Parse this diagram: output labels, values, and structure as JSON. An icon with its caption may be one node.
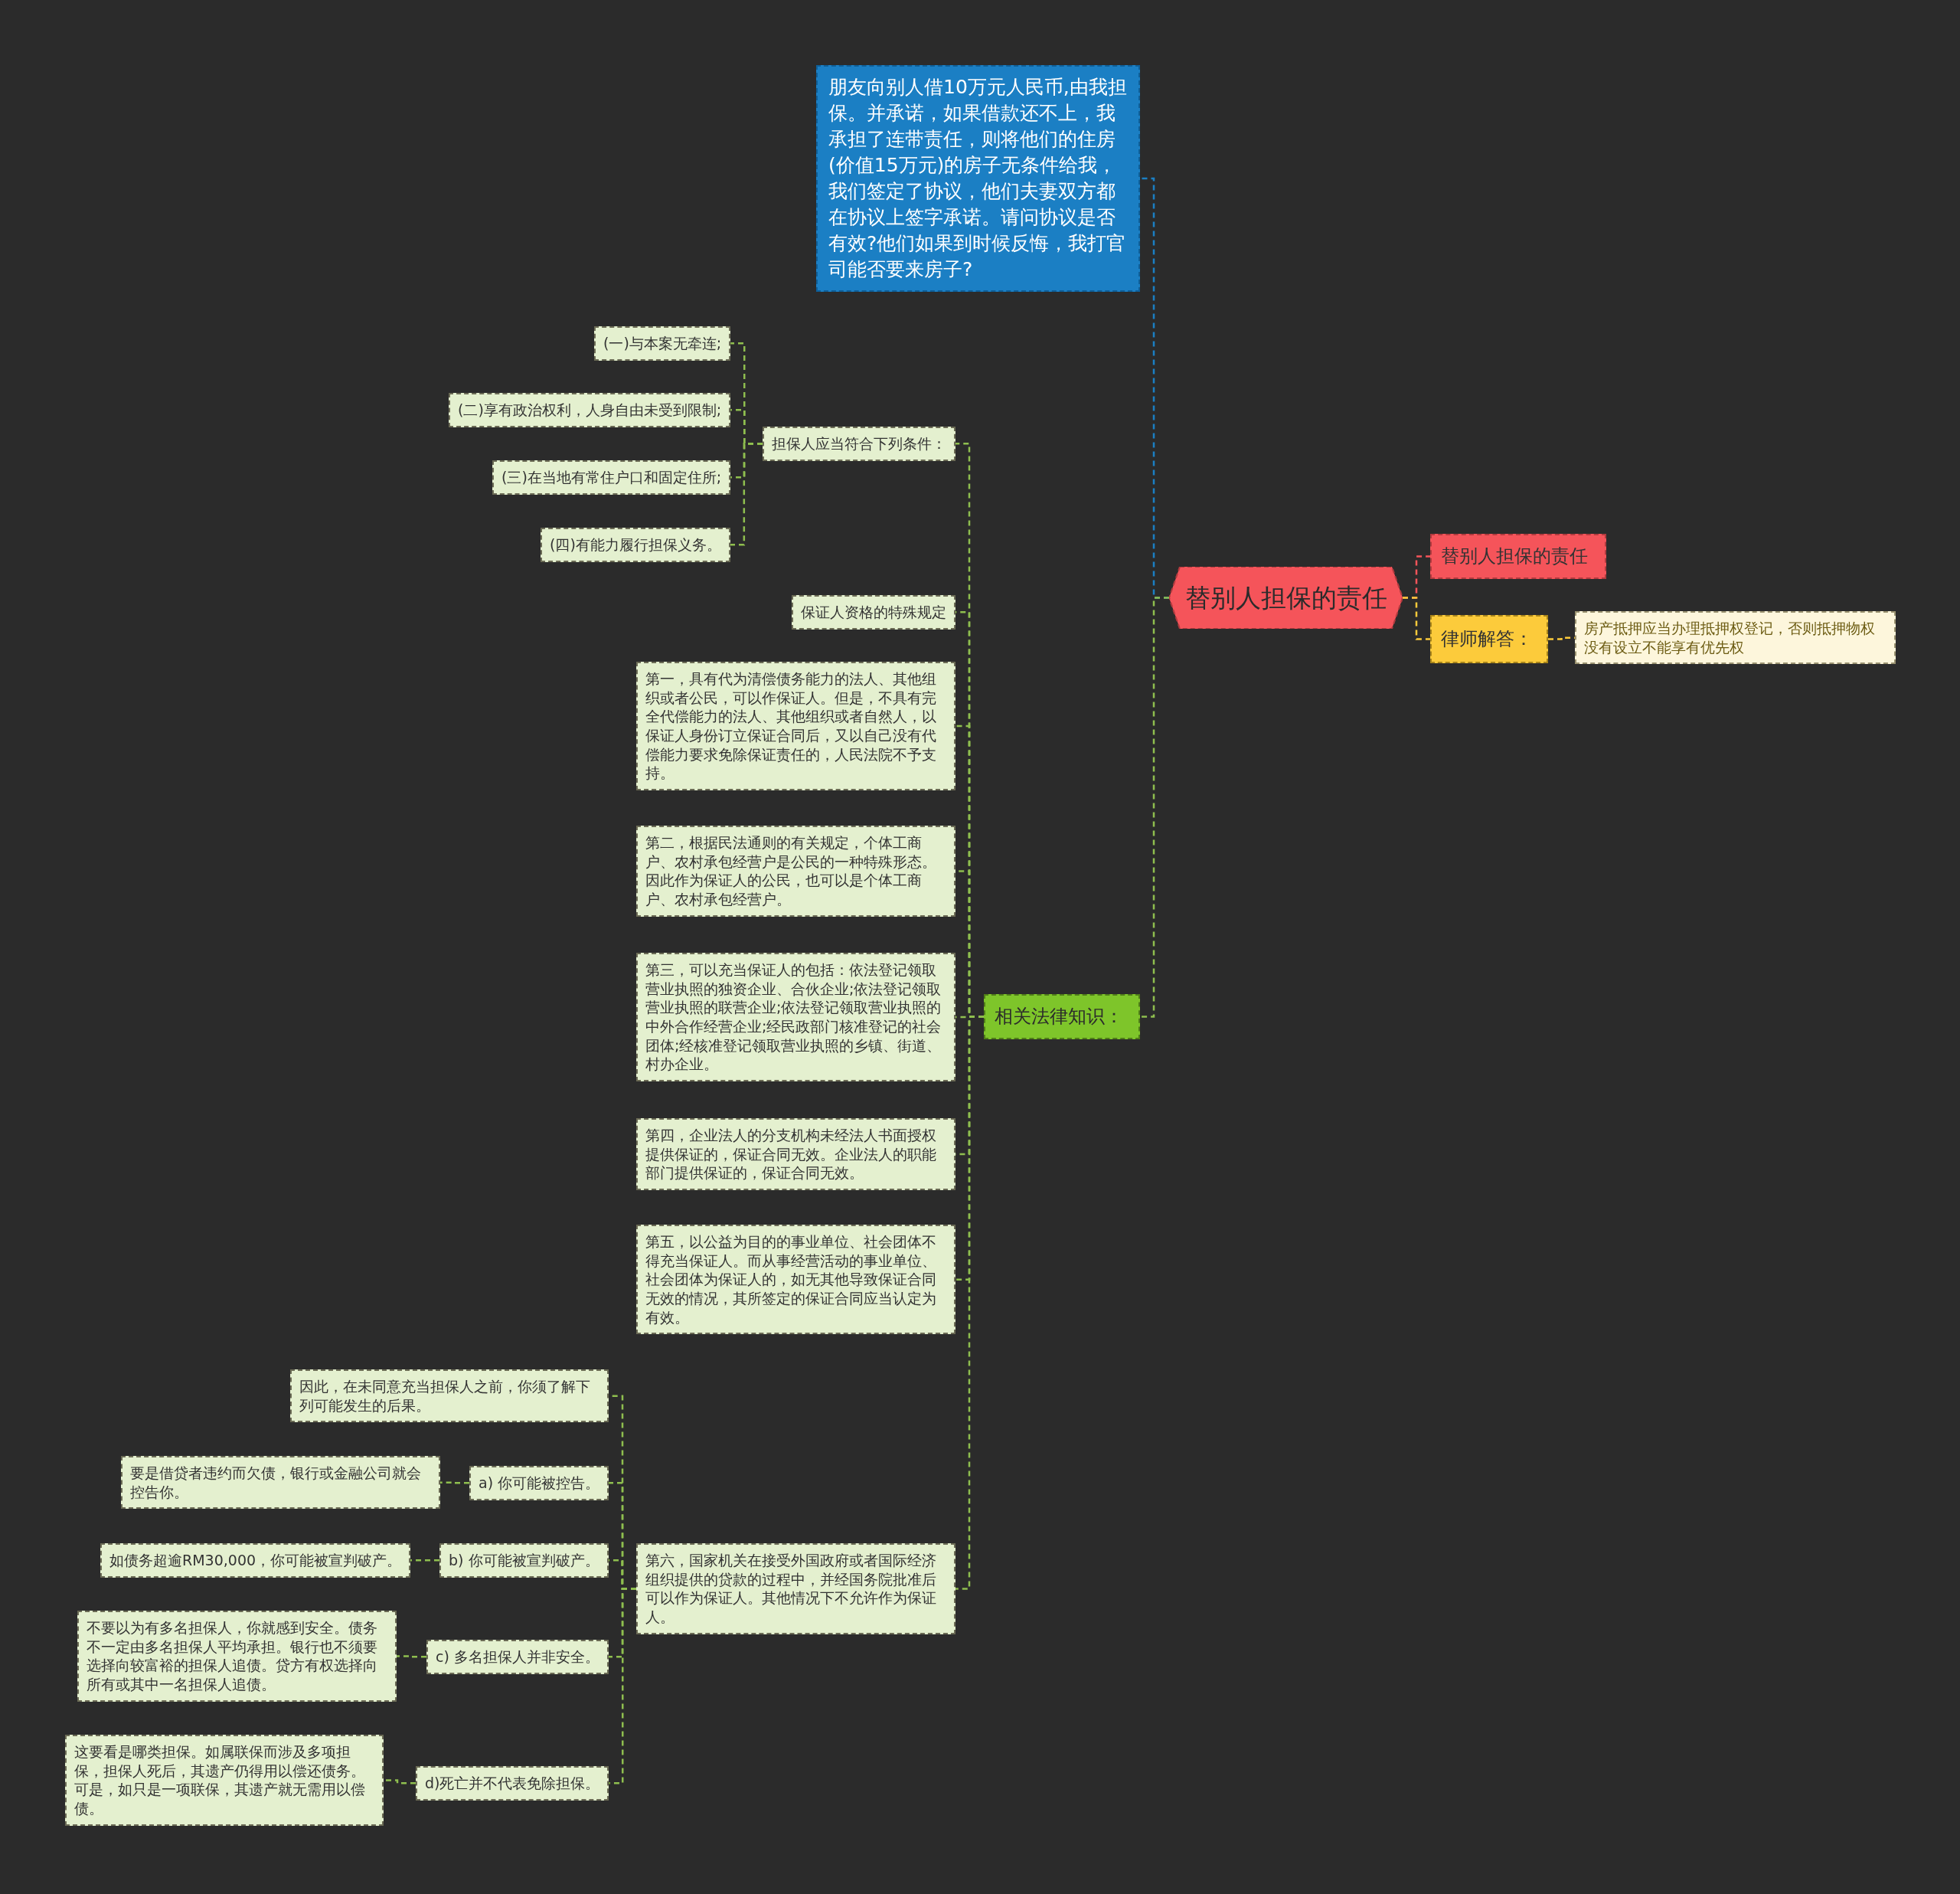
{
  "diagram": {
    "nodes": [
      {
        "text": [
          "替别人担保的责任"
        ]
      },
      {
        "text": [
          "朋友向别人借10万元人民币,由我担保。并承诺，如果借款还不上，我承担了连带责任，则将他们的住房(价值15万元)的房子无条件给我，我们签定了协议，他们夫妻双方都在协议上签字承诺。请问协议是否有效?他们如果到时候反悔，我打官司能否要来房子?"
        ]
      },
      {
        "text": [
          "替别人担保的责任"
        ]
      },
      {
        "text": [
          "律师解答："
        ]
      },
      {
        "text": [
          "房产抵押应当办理抵押权登记，否则抵押物权没有设立不能享有优先权"
        ]
      },
      {
        "text": [
          "相关法律知识："
        ]
      },
      {
        "text": [
          "担保人应当符合下列条件："
        ]
      },
      {
        "text": [
          "(一)与本案无牵连;"
        ]
      },
      {
        "text": [
          "(二)享有政治权利，人身自由未受到限制;"
        ]
      },
      {
        "text": [
          "(三)在当地有常住户口和固定住所;"
        ]
      },
      {
        "text": [
          "(四)有能力履行担保义务。"
        ]
      },
      {
        "text": [
          "保证人资格的特殊规定"
        ]
      },
      {
        "text": [
          "第一，具有代为清偿债务能力的法人、其他组织或者公民，可以作保证人。但是，不具有完全代偿能力的法人、其他组织或者自然人，以保证人身份订立保证合同后，又以自己没有代偿能力要求免除保证责任的，人民法院不予支持。"
        ]
      },
      {
        "text": [
          "第二，根据民法通则的有关规定，个体工商户、农村承包经营户是公民的一种特殊形态。因此作为保证人的公民，也可以是个体工商户、农村承包经营户。"
        ]
      },
      {
        "text": [
          "第三，可以充当保证人的包括：依法登记领取营业执照的独资企业、合伙企业;依法登记领取营业执照的联营企业;依法登记领取营业执照的中外合作经营企业;经民政部门核准登记的社会团体;经核准登记领取营业执照的乡镇、街道、村办企业。"
        ]
      },
      {
        "text": [
          "第四，企业法人的分支机构未经法人书面授权提供保证的，保证合同无效。企业法人的职能部门提供保证的，保证合同无效。"
        ]
      },
      {
        "text": [
          "第五，以公益为目的的事业单位、社会团体不得充当保证人。而从事经营活动的事业单位、社会团体为保证人的，如无其他导致保证合同无效的情况，其所签定的保证合同应当认定为有效。"
        ]
      },
      {
        "text": [
          "第六，国家机关在接受外国政府或者国际经济组织提供的贷款的过程中，并经国务院批准后可以作为保证人。其他情况下不允许作为保证人。"
        ]
      },
      {
        "text": [
          "因此，在未同意充当担保人之前，你须了解下列可能发生的后果。"
        ]
      },
      {
        "text": [
          "a) 你可能被控告。"
        ]
      },
      {
        "text": [
          "要是借贷者违约而欠债，银行或金融公司就会控告你。"
        ]
      },
      {
        "text": [
          "b) 你可能被宣判破产。"
        ]
      },
      {
        "text": [
          "如债务超逾RM30,000，你可能被宣判破产。"
        ]
      },
      {
        "text": [
          "c) 多名担保人并非安全。"
        ]
      },
      {
        "text": [
          "不要以为有多名担保人，你就感到安全。债务不一定由多名担保人平均承担。银行也不须要选择向较富裕的担保人追债。贷方有权选择向所有或其中一名担保人追债。"
        ]
      },
      {
        "text": [
          "d)死亡并不代表免除担保。"
        ]
      },
      {
        "text": [
          "这要看是哪类担保。如属联保而涉及多项担保，担保人死后，其遗产仍得用以偿还债务。可是，如只是一项联保，其遗产就无需用以偿债。"
        ]
      }
    ],
    "edges": [
      {
        "from": 0,
        "to": 1,
        "arrow": "none",
        "color": "#1b7fc4"
      },
      {
        "from": 0,
        "to": 2,
        "arrow": "none",
        "color": "#f5545a"
      },
      {
        "from": 0,
        "to": 3,
        "arrow": "none",
        "color": "#fccb3b"
      },
      {
        "from": 3,
        "to": 4,
        "arrow": "none",
        "color": "#fccb3b"
      },
      {
        "from": 0,
        "to": 5,
        "arrow": "none"
      },
      {
        "from": 5,
        "to": 6,
        "arrow": "none"
      },
      {
        "from": 6,
        "to": 7,
        "arrow": "none"
      },
      {
        "from": 6,
        "to": 8,
        "arrow": "none"
      },
      {
        "from": 6,
        "to": 9,
        "arrow": "none"
      },
      {
        "from": 6,
        "to": 10,
        "arrow": "none"
      },
      {
        "from": 5,
        "to": 11,
        "arrow": "none"
      },
      {
        "from": 5,
        "to": 12,
        "arrow": "none"
      },
      {
        "from": 5,
        "to": 13,
        "arrow": "none"
      },
      {
        "from": 5,
        "to": 14,
        "arrow": "none"
      },
      {
        "from": 5,
        "to": 15,
        "arrow": "none"
      },
      {
        "from": 5,
        "to": 16,
        "arrow": "none"
      },
      {
        "from": 5,
        "to": 17,
        "arrow": "none"
      },
      {
        "from": 17,
        "to": 18,
        "arrow": "none"
      },
      {
        "from": 17,
        "to": 19,
        "arrow": "none"
      },
      {
        "from": 17,
        "to": 21,
        "arrow": "none"
      },
      {
        "from": 17,
        "to": 23,
        "arrow": "none"
      },
      {
        "from": 17,
        "to": 25,
        "arrow": "none"
      },
      {
        "from": 19,
        "to": 20,
        "arrow": "none"
      },
      {
        "from": 21,
        "to": 22,
        "arrow": "none"
      },
      {
        "from": 23,
        "to": 24,
        "arrow": "none"
      },
      {
        "from": 25,
        "to": 26,
        "arrow": "none"
      }
    ]
  }
}
